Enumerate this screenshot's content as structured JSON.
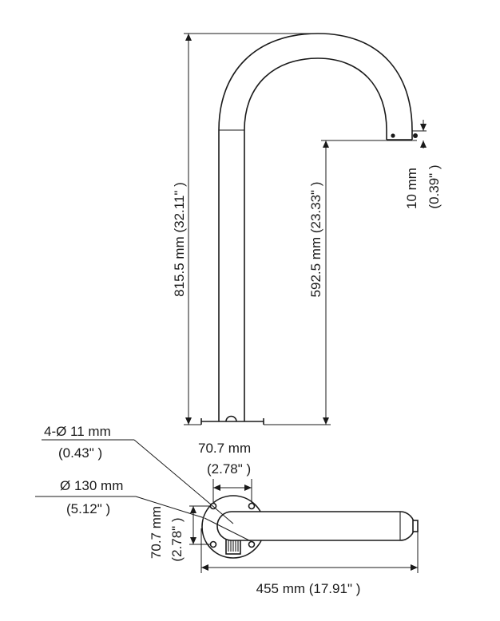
{
  "dimensions": {
    "total_height": "815.5 mm (32.11\" )",
    "inner_height": "592.5 mm (23.33\" )",
    "tip_height_mm": "10 mm",
    "tip_height_in": "(0.39\" )",
    "hole_diameter_mm": "4-Ø 11 mm",
    "hole_diameter_in": "(0.43\" )",
    "base_width_mm": "70.7 mm",
    "base_width_in": "(2.78\" )",
    "base_diameter_mm": "Ø 130 mm",
    "base_diameter_in": "(5.12\" )",
    "base_height_mm": "70.7 mm",
    "base_height_in": "(2.78\" )",
    "arm_length": "455 mm (17.91\" )"
  }
}
